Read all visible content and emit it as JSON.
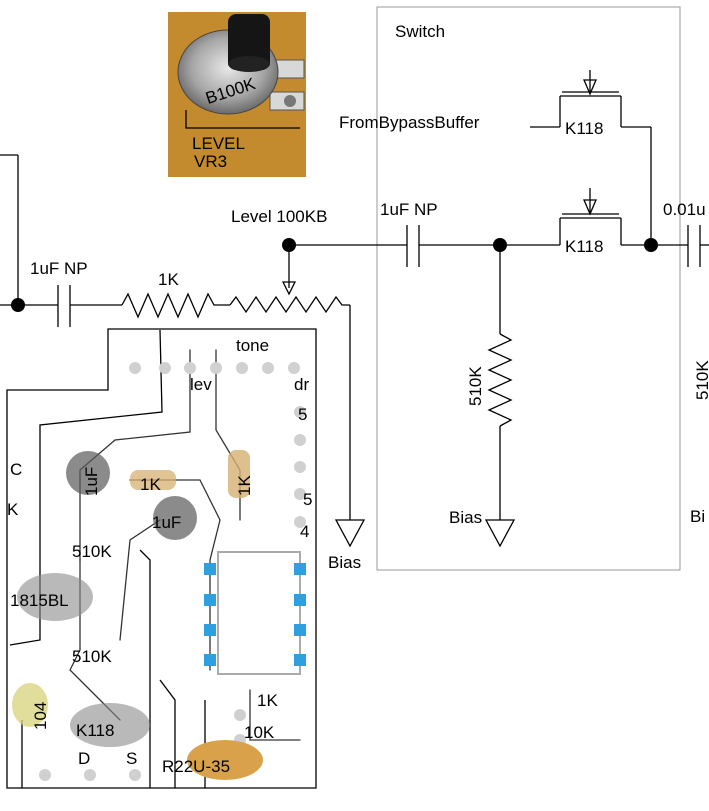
{
  "photo_pot": {
    "silk_line1": "LEVEL",
    "silk_line2": "VR3",
    "body_text": "B100K"
  },
  "switch_box": {
    "title": "Switch"
  },
  "labels": {
    "from_bypass": "FromBypassBuffer",
    "q_top": "K118",
    "q_bottom": "K118",
    "cap_mid": "1uF NP",
    "cap_right": "0.01u",
    "level_pot": "Level 100KB",
    "cap_left": "1uF NP",
    "res_1k": "1K",
    "res_510k": "510K",
    "bias_switch": "Bias",
    "bias_level": "Bias",
    "bias_right": "Bi",
    "right_vertical": "510K"
  },
  "pcb": {
    "tone": "tone",
    "lev": "lev",
    "dr": "dr",
    "cap_1uf_a": "1uF",
    "cap_1uf_b": "1uF",
    "res_1k_a": "1K",
    "res_1k_b": "1K",
    "res_510k_a": "510K",
    "res_510k_b": "510K",
    "tr_1815": "1815BL",
    "cap_104": "104",
    "jfet": "K118",
    "pin_d": "D",
    "pin_s": "S",
    "res_1k_c": "1K",
    "res_10k": "10K",
    "elko": "R22U-35",
    "edge_c": "C",
    "edge_k": "K",
    "edge_5a": "5",
    "edge_5b": "5",
    "edge_4": "4"
  },
  "colors": {
    "pcb_green": "#2f7a3a",
    "trace_blue": "#3a4fc8",
    "trace_red": "#e0242a",
    "pot_board": "#c8912e"
  }
}
